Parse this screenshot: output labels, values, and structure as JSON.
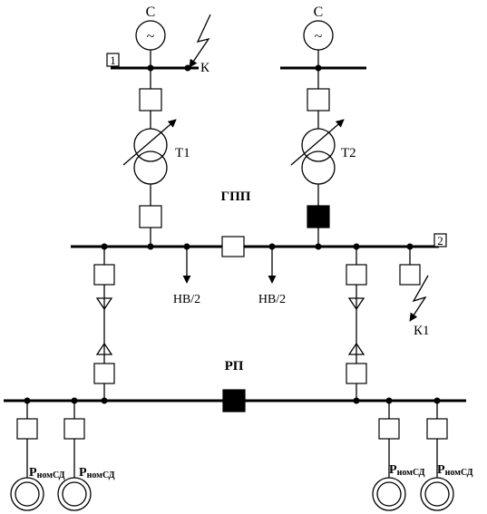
{
  "diagram": {
    "source_symbol": "C",
    "generator_symbol": "~",
    "bus1_marker": "1",
    "bus2_marker": "2",
    "fault_k": "К",
    "fault_k1": "К1",
    "transformer_1": "T1",
    "transformer_2": "T2",
    "main_substation": "ГПП",
    "dist_point": "РП",
    "load_label": "НВ/2",
    "motor_p": "P",
    "motor_sub": "номСД"
  }
}
